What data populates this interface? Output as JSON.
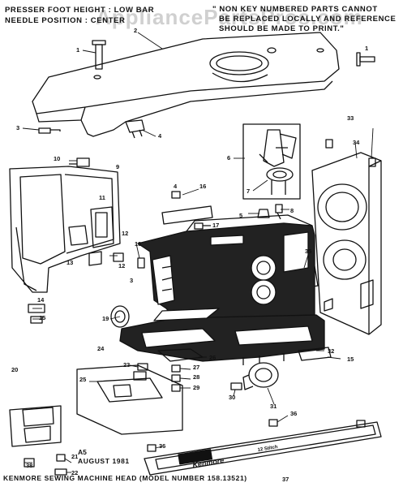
{
  "header_left": [
    "PRESSER FOOT HEIGHT : LOW BAR",
    "NEEDLE POSITION : CENTER"
  ],
  "header_right": [
    "\" NON KEY NUMBERED PARTS CANNOT",
    "BE REPLACED LOCALLY AND REFERENCE",
    "SHOULD BE MADE TO PRINT.\""
  ],
  "watermark": "AppliancePartsPros.com",
  "brand_label": "Kenmore",
  "stitch_label": "12 Stitch",
  "date_code": [
    "A5",
    "AUGUST 1981"
  ],
  "footer_caption": "KENMORE SEWING MACHINE HEAD (MODEL NUMBER 158.13521)",
  "callouts": [
    {
      "n": "1"
    },
    {
      "n": "1"
    },
    {
      "n": "2"
    },
    {
      "n": "3"
    },
    {
      "n": "4"
    },
    {
      "n": "5"
    },
    {
      "n": "6"
    },
    {
      "n": "7"
    },
    {
      "n": "8"
    },
    {
      "n": "9"
    },
    {
      "n": "10"
    },
    {
      "n": "11"
    },
    {
      "n": "12"
    },
    {
      "n": "13"
    },
    {
      "n": "14"
    },
    {
      "n": "15"
    },
    {
      "n": "16"
    },
    {
      "n": "17"
    },
    {
      "n": "18"
    },
    {
      "n": "19"
    },
    {
      "n": "20"
    },
    {
      "n": "21"
    },
    {
      "n": "22"
    },
    {
      "n": "23"
    },
    {
      "n": "24"
    },
    {
      "n": "25"
    },
    {
      "n": "26"
    },
    {
      "n": "27"
    },
    {
      "n": "28"
    },
    {
      "n": "29"
    },
    {
      "n": "30"
    },
    {
      "n": "31"
    },
    {
      "n": "32"
    },
    {
      "n": "33"
    },
    {
      "n": "34"
    },
    {
      "n": "35"
    },
    {
      "n": "36"
    },
    {
      "n": "36"
    },
    {
      "n": "37"
    },
    {
      "n": "38"
    },
    {
      "n": "4"
    },
    {
      "n": "3"
    },
    {
      "n": "15"
    },
    {
      "n": "12"
    }
  ]
}
